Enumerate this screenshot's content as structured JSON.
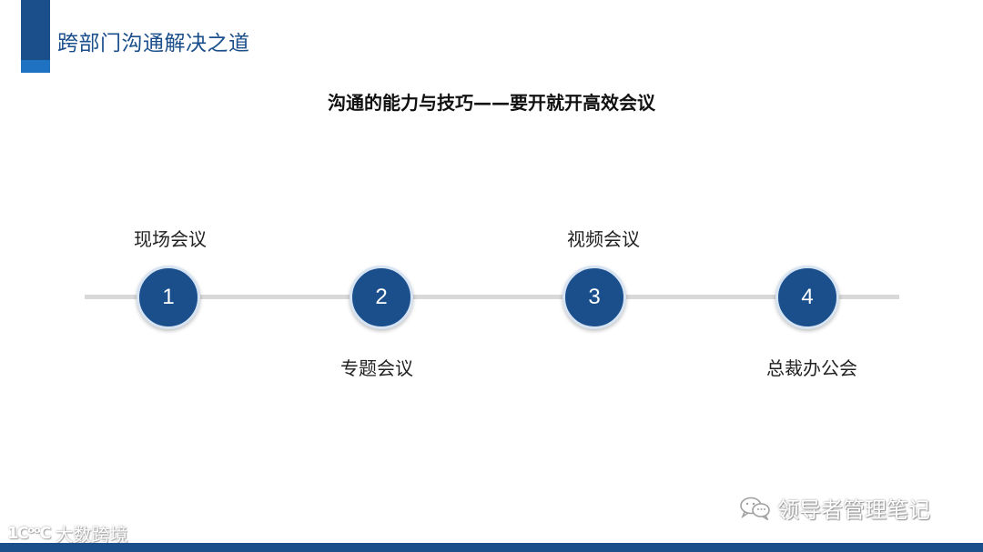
{
  "slide": {
    "title": "跨部门沟通解决之道",
    "subtitle": "沟通的能力与技巧——要开就开高效会议"
  },
  "timeline": {
    "steps": [
      {
        "number": "1",
        "label": "现场会议",
        "label_position": "above"
      },
      {
        "number": "2",
        "label": "专题会议",
        "label_position": "below"
      },
      {
        "number": "3",
        "label": "视频会议",
        "label_position": "above"
      },
      {
        "number": "4",
        "label": "总裁办公会",
        "label_position": "below"
      }
    ]
  },
  "watermarks": {
    "left_logo": "1CᵒᵒC",
    "left_text": "大数跨境",
    "right_icon": "wechat-icon",
    "right_text": "领导者管理笔记"
  },
  "colors": {
    "primary": "#1b4f8c",
    "accent_light": "#1f72c2",
    "line": "#d9d9d9",
    "circle_border": "#d6e3f3"
  }
}
